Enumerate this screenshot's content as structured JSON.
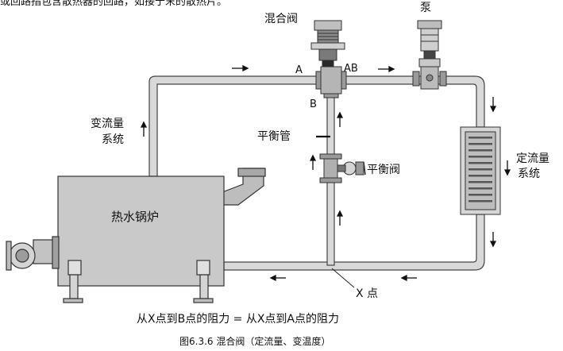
{
  "header_fragment": "或回路指包含散热器的回路，如接于末的散热片。",
  "labels": {
    "mixing_valve": "混合阀",
    "pump": "泵",
    "port_a": "A",
    "port_ab": "AB",
    "port_b": "B",
    "variable_flow_line1": "变流量",
    "variable_flow_line2": "系统",
    "balance_pipe": "平衡管",
    "balance_valve": "平衡阀",
    "constant_flow_line1": "定流量",
    "constant_flow_line2": "系统",
    "boiler": "热水锅炉",
    "x_point": "X 点"
  },
  "caption": {
    "equation": "从X点到B点的阻力 = 从X点到A点的阻力",
    "figure": "图6.3.6  混合阀（定流量、变温度）"
  },
  "colors": {
    "pipe_fill": "#d9d9d9",
    "pipe_stroke": "#444444",
    "boiler_fill": "#c9c9c9",
    "radiator_fill": "#d6d6d6",
    "text": "#111111"
  }
}
